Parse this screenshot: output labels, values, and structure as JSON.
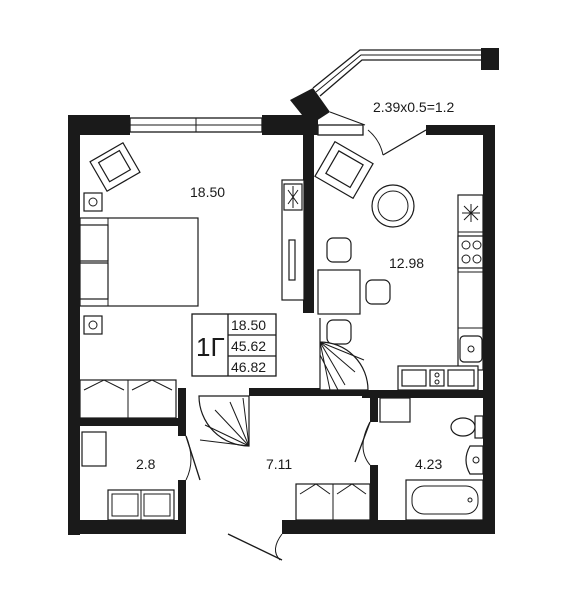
{
  "plan": {
    "rooms": {
      "living_area": "18.50",
      "kitchen_area": "12.98",
      "balcony_area": "2.39x0.5=1.2",
      "storage_area": "2.8",
      "hall_area": "7.11",
      "bath_area": "4.23"
    },
    "summary": {
      "type": "1Г",
      "living": "18.50",
      "total": "45.62",
      "total_with_balcony": "46.82"
    }
  }
}
